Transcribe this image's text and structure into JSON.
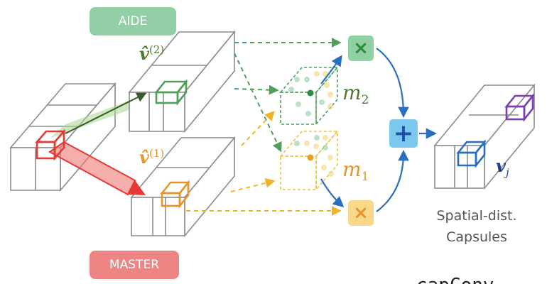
{
  "tags": {
    "aide": "AIDE",
    "master": "MASTER"
  },
  "vectors": {
    "v2": {
      "base": "v̂",
      "sup": "(2)"
    },
    "v1": {
      "base": "v̂",
      "sup": "(1)"
    },
    "vj": {
      "base": "v",
      "sub": "j"
    }
  },
  "maps": {
    "m2": {
      "base": "m",
      "sub": "2"
    },
    "m1": {
      "base": "m",
      "sub": "1"
    }
  },
  "operators": {
    "multiply": "×",
    "add": "+"
  },
  "output": {
    "caption_line1": "Spatial-dist.",
    "caption_line2": "Capsules"
  },
  "colors": {
    "aide": "#93cfa6",
    "master": "#ec8583",
    "green": "#4ea05a",
    "orange": "#e8932a",
    "red": "#e53935",
    "blue": "#2a6fbf",
    "purple": "#7b3fb0",
    "yellow": "#f0c040",
    "plus_bg": "#7cc7ee",
    "mult_green_bg": "#8fd0a2",
    "mult_orange_bg": "#f8d98a",
    "outline": "#8c8c8c"
  },
  "partial_text": "capConv"
}
